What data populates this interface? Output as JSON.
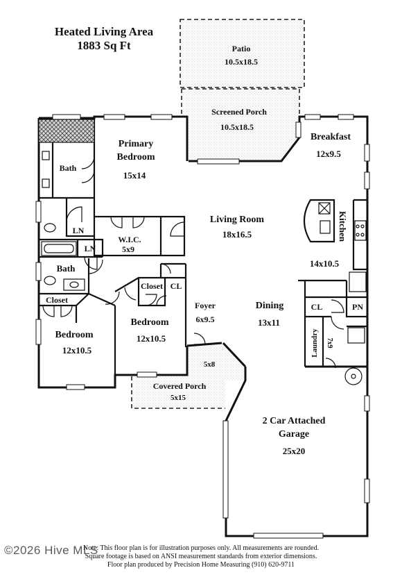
{
  "header": {
    "line1": "Heated Living Area",
    "line2": "1883 Sq Ft"
  },
  "rooms": {
    "patio": {
      "name": "Patio",
      "dims": "10.5x18.5"
    },
    "screened_porch": {
      "name": "Screened Porch",
      "dims": "10.5x18.5"
    },
    "breakfast": {
      "name": "Breakfast",
      "dims": "12x9.5"
    },
    "primary_bedroom": {
      "name1": "Primary",
      "name2": "Bedroom",
      "dims": "15x14"
    },
    "bath_primary": {
      "name": "Bath"
    },
    "ln_primary": {
      "name": "LN"
    },
    "wic": {
      "name": "W.I.C.",
      "dims": "5x9"
    },
    "living_room": {
      "name": "Living Room",
      "dims": "18x16.5"
    },
    "kitchen": {
      "name": "Kitchen",
      "dims": "14x10.5"
    },
    "ln_hall": {
      "name": "LN"
    },
    "bath_hall": {
      "name": "Bath"
    },
    "closet_left": {
      "name": "Closet"
    },
    "closet_mid": {
      "name": "Closet"
    },
    "cl_mid": {
      "name": "CL"
    },
    "bedroom_left": {
      "name": "Bedroom",
      "dims": "12x10.5"
    },
    "bedroom_mid": {
      "name": "Bedroom",
      "dims": "12x10.5"
    },
    "foyer": {
      "name": "Foyer",
      "dims": "6x9.5"
    },
    "dining": {
      "name": "Dining",
      "dims": "13x11"
    },
    "cl_laundry": {
      "name": "CL"
    },
    "pn": {
      "name": "PN"
    },
    "laundry": {
      "name": "Laundry",
      "dims": "7x9"
    },
    "stoop": {
      "dims": "5x8"
    },
    "covered_porch": {
      "name": "Covered Porch",
      "dims": "5x15"
    },
    "garage": {
      "name1": "2 Car Attached",
      "name2": "Garage",
      "dims": "25x20"
    }
  },
  "footer": {
    "line1": "Note: This floor plan is for illustration purposes only. All measurements are rounded.",
    "line2": "Square footage is based on ANSI measurement standards from exterior dimensions.",
    "line3": "Floor plan produced by Precision Home Measuring (910) 620-9711"
  },
  "watermark": "©2026 Hive MLS"
}
